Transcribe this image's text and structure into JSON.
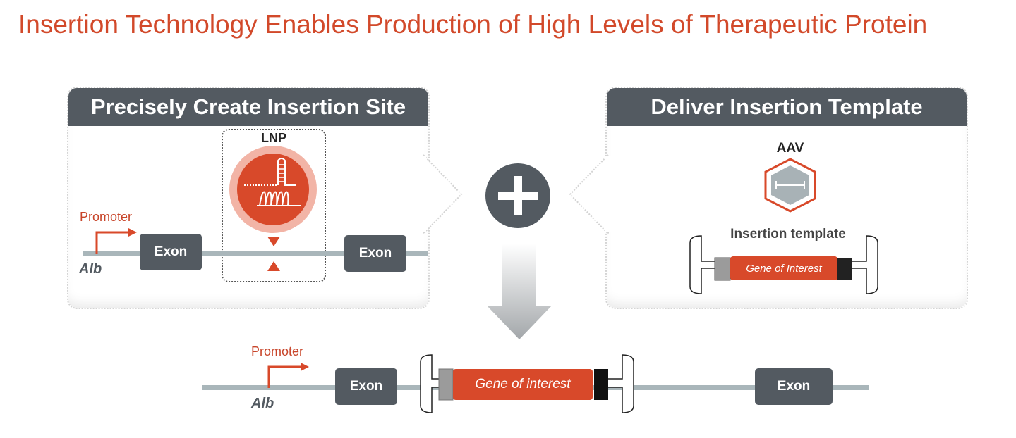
{
  "title": "Insertion Technology Enables Production of High Levels of Therapeutic Protein",
  "colors": {
    "accent": "#d2492a",
    "panel_header": "#535a61",
    "dna_line": "#a9b6ba"
  },
  "left_panel": {
    "heading": "Precisely Create Insertion Site",
    "lnp_label": "LNP",
    "promoter_label": "Promoter",
    "gene_label": "Alb",
    "exon_left": "Exon",
    "exon_right": "Exon"
  },
  "plus_icon": "plus-icon",
  "right_panel": {
    "heading": "Deliver Insertion Template",
    "aav_label": "AAV",
    "template_label": "Insertion template",
    "gene_of_interest": "Gene of Interest"
  },
  "result": {
    "promoter_label": "Promoter",
    "gene_label": "Alb",
    "exon_left": "Exon",
    "exon_right": "Exon",
    "gene_of_interest": "Gene of interest"
  }
}
